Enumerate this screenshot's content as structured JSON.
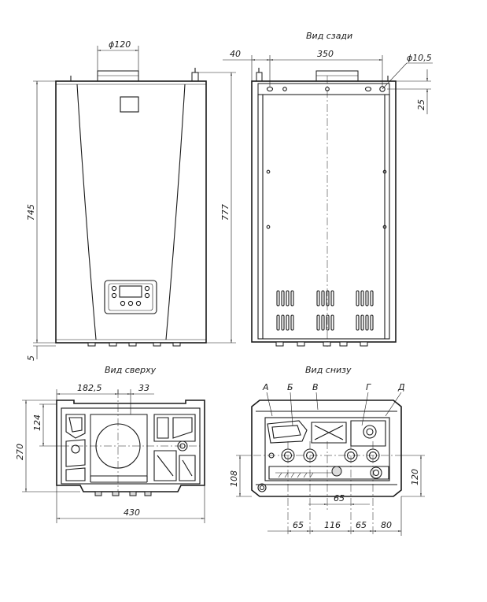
{
  "views": {
    "rear": "Вид сзади",
    "top": "Вид сверху",
    "bottom": "Вид снизу"
  },
  "dimensions": {
    "flue_diameter": "ϕ120",
    "front_height": "745",
    "overall_height": "777",
    "bottom_offset": "5",
    "rear_left_offset": "40",
    "rear_width": "350",
    "mount_hole": "ϕ10,5",
    "rear_top_offset": "25",
    "top_flue_x": "182,5",
    "top_flue_offset": "33",
    "top_flue_y": "124",
    "depth": "270",
    "width": "430",
    "bottom_pipe_height": "108",
    "bottom_right_height": "120",
    "bottom_spacing_1": "65",
    "bottom_spacing_2": "116",
    "bottom_spacing_3": "65",
    "bottom_spacing_4": "80",
    "bottom_inner_spacing": "65"
  },
  "connections": [
    "А",
    "Б",
    "В",
    "Г",
    "Д"
  ]
}
